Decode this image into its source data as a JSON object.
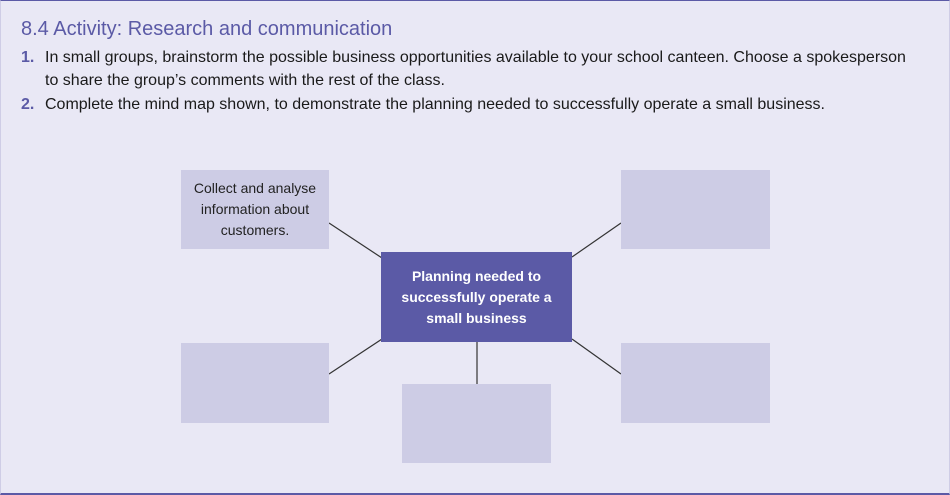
{
  "activity": {
    "title": "8.4 Activity: Research and communication",
    "items": [
      {
        "number": "1.",
        "text": "In small groups, brainstorm the possible business opportunities available to your school canteen. Choose a spokesperson to share the group’s comments with the rest of the class."
      },
      {
        "number": "2.",
        "text": "Complete the mind map shown, to demonstrate the planning needed to successfully operate a small business."
      }
    ]
  },
  "mind_map": {
    "center": "Planning needed to successfully operate a small business",
    "top_left": "Collect and analyse information about customers.",
    "top_right": "",
    "bottom_left": "",
    "bottom_center": "",
    "bottom_right": ""
  },
  "colors": {
    "accent": "#5b5aa6",
    "box_fill": "#cdcce5",
    "background": "#e9e8f5"
  }
}
